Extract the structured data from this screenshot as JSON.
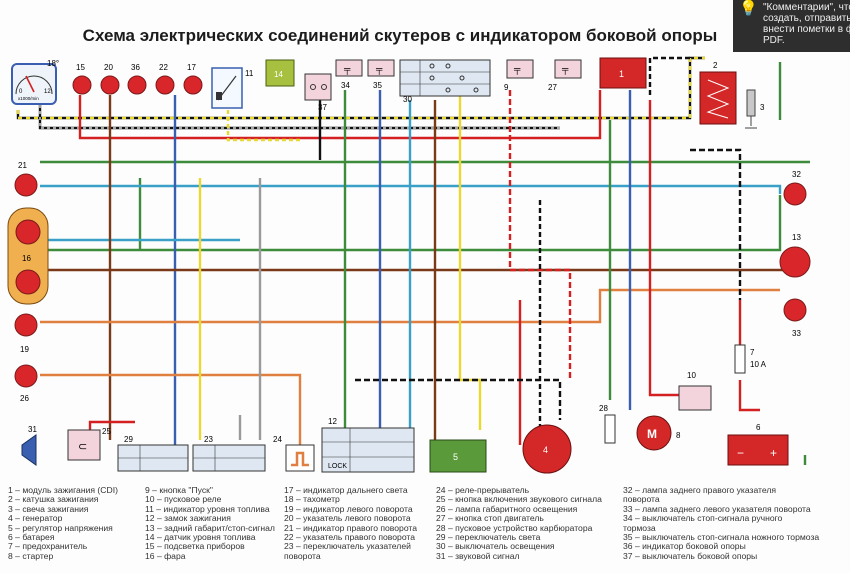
{
  "title": "Схема электрических соединений скутеров с индикатором боковой опоры",
  "tooltip": {
    "lines": [
      "\"Комментарии\", чтоб",
      "создать, отправить и/",
      "внести пометки в фа",
      "PDF."
    ],
    "icon": "lightbulb-icon"
  },
  "components": {
    "c1": "1",
    "c2": "2",
    "c3": "3",
    "c4": "4",
    "c5": "5",
    "c6": "6",
    "c7": "7",
    "c7_rating": "10 A",
    "c8": "8",
    "c8_symbol": "M",
    "c9": "9",
    "c10": "10",
    "c11": "11",
    "c12": "12",
    "c12_lock": "LOCK",
    "c13": "13",
    "c14": "14",
    "c15": "15",
    "c16": "16",
    "c17": "17",
    "c18": "18°",
    "c19": "19",
    "c20": "20",
    "c21": "21",
    "c22": "22",
    "c23": "23",
    "c24": "24",
    "c25": "25",
    "c26": "26",
    "c27": "27",
    "c28": "28",
    "c29": "29",
    "c30": "30",
    "c31": "31",
    "c32": "32",
    "c33": "33",
    "c34": "34",
    "c35": "35",
    "c36": "36",
    "c37": "37",
    "tach_scale_0": "0",
    "tach_scale_12": "12",
    "tach_unit": "x1000/min",
    "bat_minus": "−",
    "bat_plus": "+"
  },
  "legend": {
    "col1": [
      "1 – модуль зажигания (CDI)",
      "2 – катушка зажигания",
      "3 – свеча зажигания",
      "4 – генератор",
      "5 – регулятор напряжения",
      "6 – батарея",
      "7 – предохранитель",
      "8 – стартер"
    ],
    "col2": [
      "9 – кнопка \"Пуск\"",
      "10 – пусковое реле",
      "11 – индикатор уровня топлива",
      "12 – замок зажигания",
      "13 – задний габарит/стоп-сигнал",
      "14 – датчик уровня топлива",
      "15 – подсветка приборов",
      "16 – фара"
    ],
    "col3": [
      "17 – индикатор дальнего света",
      "18 – тахометр",
      "19 – индикатор левого поворота",
      "20 – указатель левого поворота",
      "21 – индикатор правого поворота",
      "22 – указатель правого поворота",
      "23 – переключатель указателей",
      "       поворота"
    ],
    "col4": [
      "24 – реле-прерыватель",
      "25 – кнопка включения звукового сигнала",
      "26 – лампа габаритного освещения",
      "27 – кнопка стоп двигатель",
      "28 – пусковое устройство карбюратора",
      "29 – переключатель света",
      "30 – выключатель освещения",
      "31 – звуковой сигнал"
    ],
    "col5": [
      "32 – лампа заднего правого указателя",
      "       поворота",
      "33 – лампа заднего левого указателя поворота",
      "34 – выключатель стоп-сигнала ручного",
      "       тормоза",
      "35 – выключатель стоп-сигнала ножного тормоза",
      "36 – индикатор боковой опоры",
      "37 – выключатель боковой опоры"
    ]
  },
  "colors": {
    "red": "#d42020",
    "green": "#3c8c3c",
    "blue": "#3a5fb0",
    "lightblue": "#3aa0c8",
    "yellow": "#e8d830",
    "orange": "#e08040",
    "brown": "#7a3a1a",
    "black": "#111111",
    "gray": "#9a9a9a",
    "white": "#ffffff",
    "lamp": "#d8262a",
    "relay_pink": "#f4d4dc",
    "cdi_red": "#d42828",
    "reg_green": "#5a9a3a",
    "headlight": "#f0b050"
  }
}
